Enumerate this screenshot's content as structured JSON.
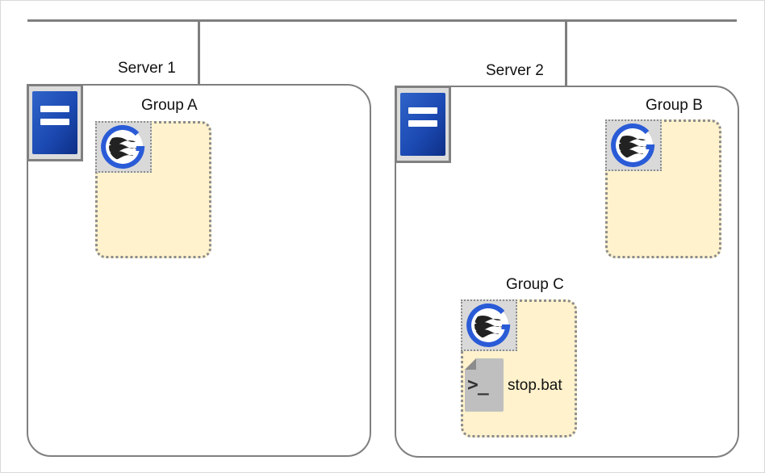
{
  "servers": [
    {
      "label": "Server 1",
      "icon": "server-icon"
    },
    {
      "label": "Server 2",
      "icon": "server-icon"
    }
  ],
  "groups": [
    {
      "label": "Group A",
      "resource_icon": "cluster-resource-icon"
    },
    {
      "label": "Group B",
      "resource_icon": "cluster-resource-icon"
    },
    {
      "label": "Group C",
      "resource_icon": "cluster-resource-icon",
      "script": {
        "label": "stop.bat",
        "icon": "script-icon",
        "glyph": ">_"
      }
    }
  ],
  "colors": {
    "line": "#7f7f7f",
    "group_fill": "#fff2cc",
    "server_blue": "#1c4ab3",
    "resource_ring": "#2a5bd7"
  }
}
